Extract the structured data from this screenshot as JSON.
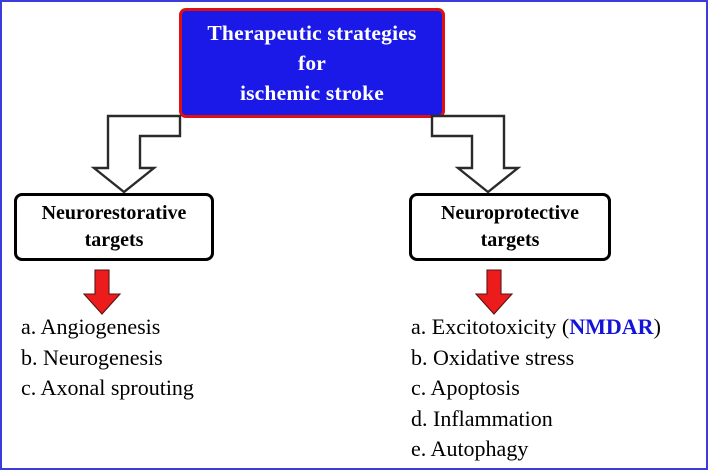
{
  "page": {
    "border_color": "#3c3cdc",
    "background": "#ffffff"
  },
  "title_box": {
    "lines": [
      "Therapeutic strategies",
      "for",
      "ischemic stroke"
    ],
    "background_color": "#1a19e8",
    "border_color": "#e01010",
    "text_color": "#ffffff"
  },
  "branches": {
    "left": {
      "box": {
        "lines": [
          "Neurorestorative",
          "targets"
        ]
      },
      "connector_icon": "elbow-arrow-down-left-icon",
      "red_arrow_icon": "red-down-arrow-icon",
      "items": [
        {
          "label": "a. Angiogenesis"
        },
        {
          "label": "b. Neurogenesis"
        },
        {
          "label": "c. Axonal sprouting"
        }
      ]
    },
    "right": {
      "box": {
        "lines": [
          "Neuroprotective",
          "targets"
        ]
      },
      "connector_icon": "elbow-arrow-down-right-icon",
      "red_arrow_icon": "red-down-arrow-icon",
      "items": [
        {
          "prefix": "a. Excitotoxicity (",
          "highlight": "NMDAR",
          "suffix": ")"
        },
        {
          "label": "b. Oxidative stress"
        },
        {
          "label": "c. Apoptosis"
        },
        {
          "label": "d. Inflammation"
        },
        {
          "label": "e. Autophagy"
        }
      ]
    }
  },
  "colors": {
    "red_arrow": "#ec1c1c",
    "highlight_blue": "#1414d8",
    "connector_outline": "#2a2a2a"
  }
}
